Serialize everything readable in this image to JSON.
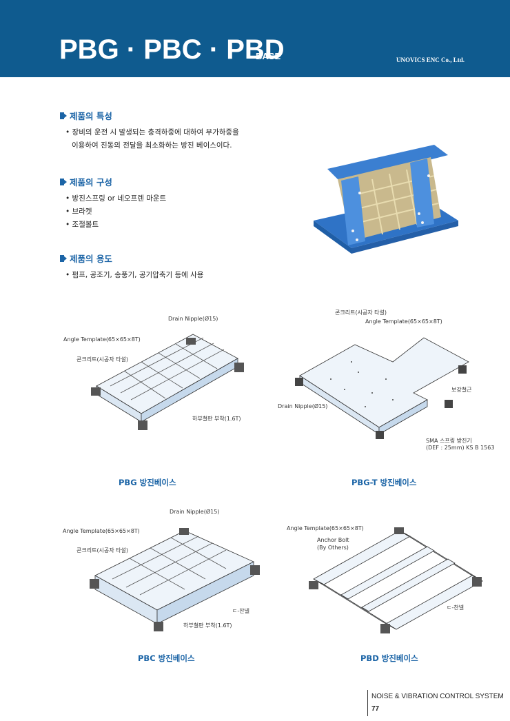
{
  "header": {
    "title": "PBG · PBC · PBD",
    "subtitle": "BASE",
    "company": "UNOVICS ENC Co., Ltd."
  },
  "sections": [
    {
      "heading": "제품의 특성",
      "lines": [
        "장비의 운전 시 발생되는 충격하중에 대하여 부가하중을",
        "이용하여 진동의 전달을 최소화하는 방진 베이스이다."
      ]
    },
    {
      "heading": "제품의 구성",
      "lines": [
        "방진스프링 or 네오프렌 마운트",
        "브라켓",
        "조절볼트"
      ]
    },
    {
      "heading": "제품의 용도",
      "lines": [
        "펌프, 공조기, 송풍기, 공기압축기 등에 사용"
      ]
    }
  ],
  "diagrams": {
    "pbg": {
      "drain": "Drain Nipple(Ø15)",
      "angle": "Angle Template(65×65×8T)",
      "concrete": "콘크리트(시공자 타설)",
      "plate": "하부철판 부착(1.6T)",
      "caption": "PBG 방진베이스"
    },
    "pbgt": {
      "concrete": "콘크리트(시공자 타설)",
      "angle": "Angle Template(65×65×8T)",
      "rebar": "보강철근",
      "drain": "Drain Nipple(Ø15)",
      "spring1": "SMA 스프링 방진기",
      "spring2": "(DEF : 25mm) KS B 1563",
      "caption": "PBG-T 방진베이스"
    },
    "pbc": {
      "drain": "Drain Nipple(Ø15)",
      "angle": "Angle Template(65×65×8T)",
      "concrete": "콘크리트(시공자 타설)",
      "channel": "ㄷ-찬넬",
      "plate": "하부철판 부착(1.6T)",
      "caption": "PBC 방진베이스"
    },
    "pbd": {
      "angle": "Angle Template(65×65×8T)",
      "anchor1": "Anchor Bolt",
      "anchor2": "(By Others)",
      "channel": "ㄷ-찬넬",
      "caption": "PBD 방진베이스"
    }
  },
  "footer": {
    "system": "NOISE & VIBRATION CONTROL SYSTEM",
    "page": "77"
  },
  "colors": {
    "header_bg": "#0f5b8f",
    "accent": "#1b64a6",
    "frame": "#2f6fc4"
  }
}
